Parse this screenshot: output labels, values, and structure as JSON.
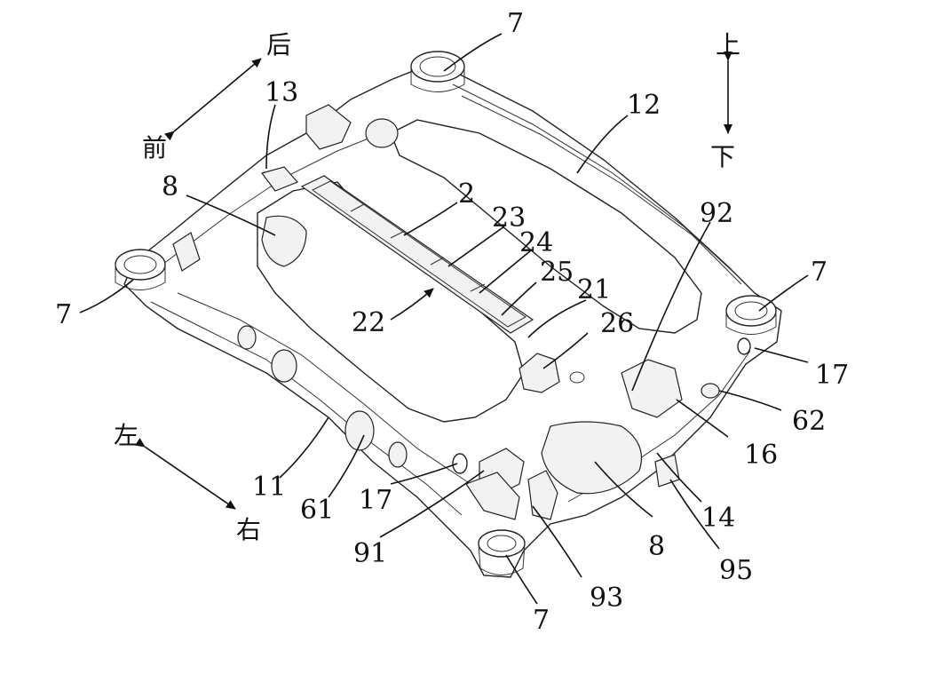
{
  "directions": {
    "rear": "后",
    "front": "前",
    "up": "上",
    "down": "下",
    "left": "左",
    "right": "右"
  },
  "callouts": [
    {
      "id": "c7a",
      "text": "7"
    },
    {
      "id": "c13",
      "text": "13"
    },
    {
      "id": "c12",
      "text": "12"
    },
    {
      "id": "c8a",
      "text": "8"
    },
    {
      "id": "c2",
      "text": "2"
    },
    {
      "id": "c23",
      "text": "23"
    },
    {
      "id": "c24",
      "text": "24"
    },
    {
      "id": "c25",
      "text": "25"
    },
    {
      "id": "c21",
      "text": "21"
    },
    {
      "id": "c92",
      "text": "92"
    },
    {
      "id": "c7b",
      "text": "7"
    },
    {
      "id": "c7c",
      "text": "7"
    },
    {
      "id": "c22",
      "text": "22"
    },
    {
      "id": "c26",
      "text": "26"
    },
    {
      "id": "c17a",
      "text": "17"
    },
    {
      "id": "c62",
      "text": "62"
    },
    {
      "id": "c16",
      "text": "16"
    },
    {
      "id": "c11",
      "text": "11"
    },
    {
      "id": "c61",
      "text": "61"
    },
    {
      "id": "c17b",
      "text": "17"
    },
    {
      "id": "c14",
      "text": "14"
    },
    {
      "id": "c91",
      "text": "91"
    },
    {
      "id": "c8b",
      "text": "8"
    },
    {
      "id": "c95",
      "text": "95"
    },
    {
      "id": "c93",
      "text": "93"
    },
    {
      "id": "c7d",
      "text": "7"
    }
  ]
}
